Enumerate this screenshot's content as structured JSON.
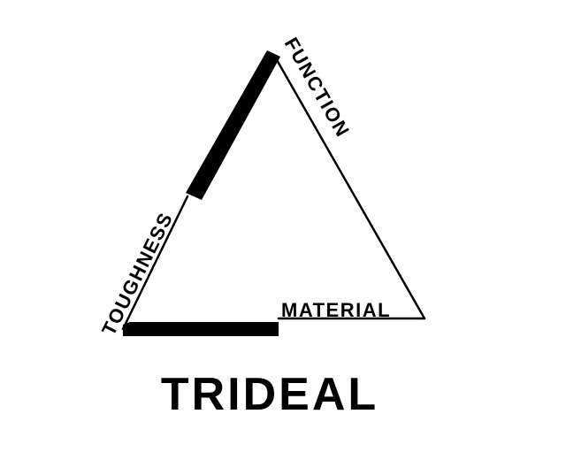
{
  "diagram": {
    "title": "TRIDEAL",
    "labels": {
      "left_edge": "TOUGHNESS",
      "right_edge": "FUNCTION",
      "bottom_edge": "MATERIAL"
    },
    "colors": {
      "line": "#000000",
      "background": "#ffffff"
    }
  }
}
